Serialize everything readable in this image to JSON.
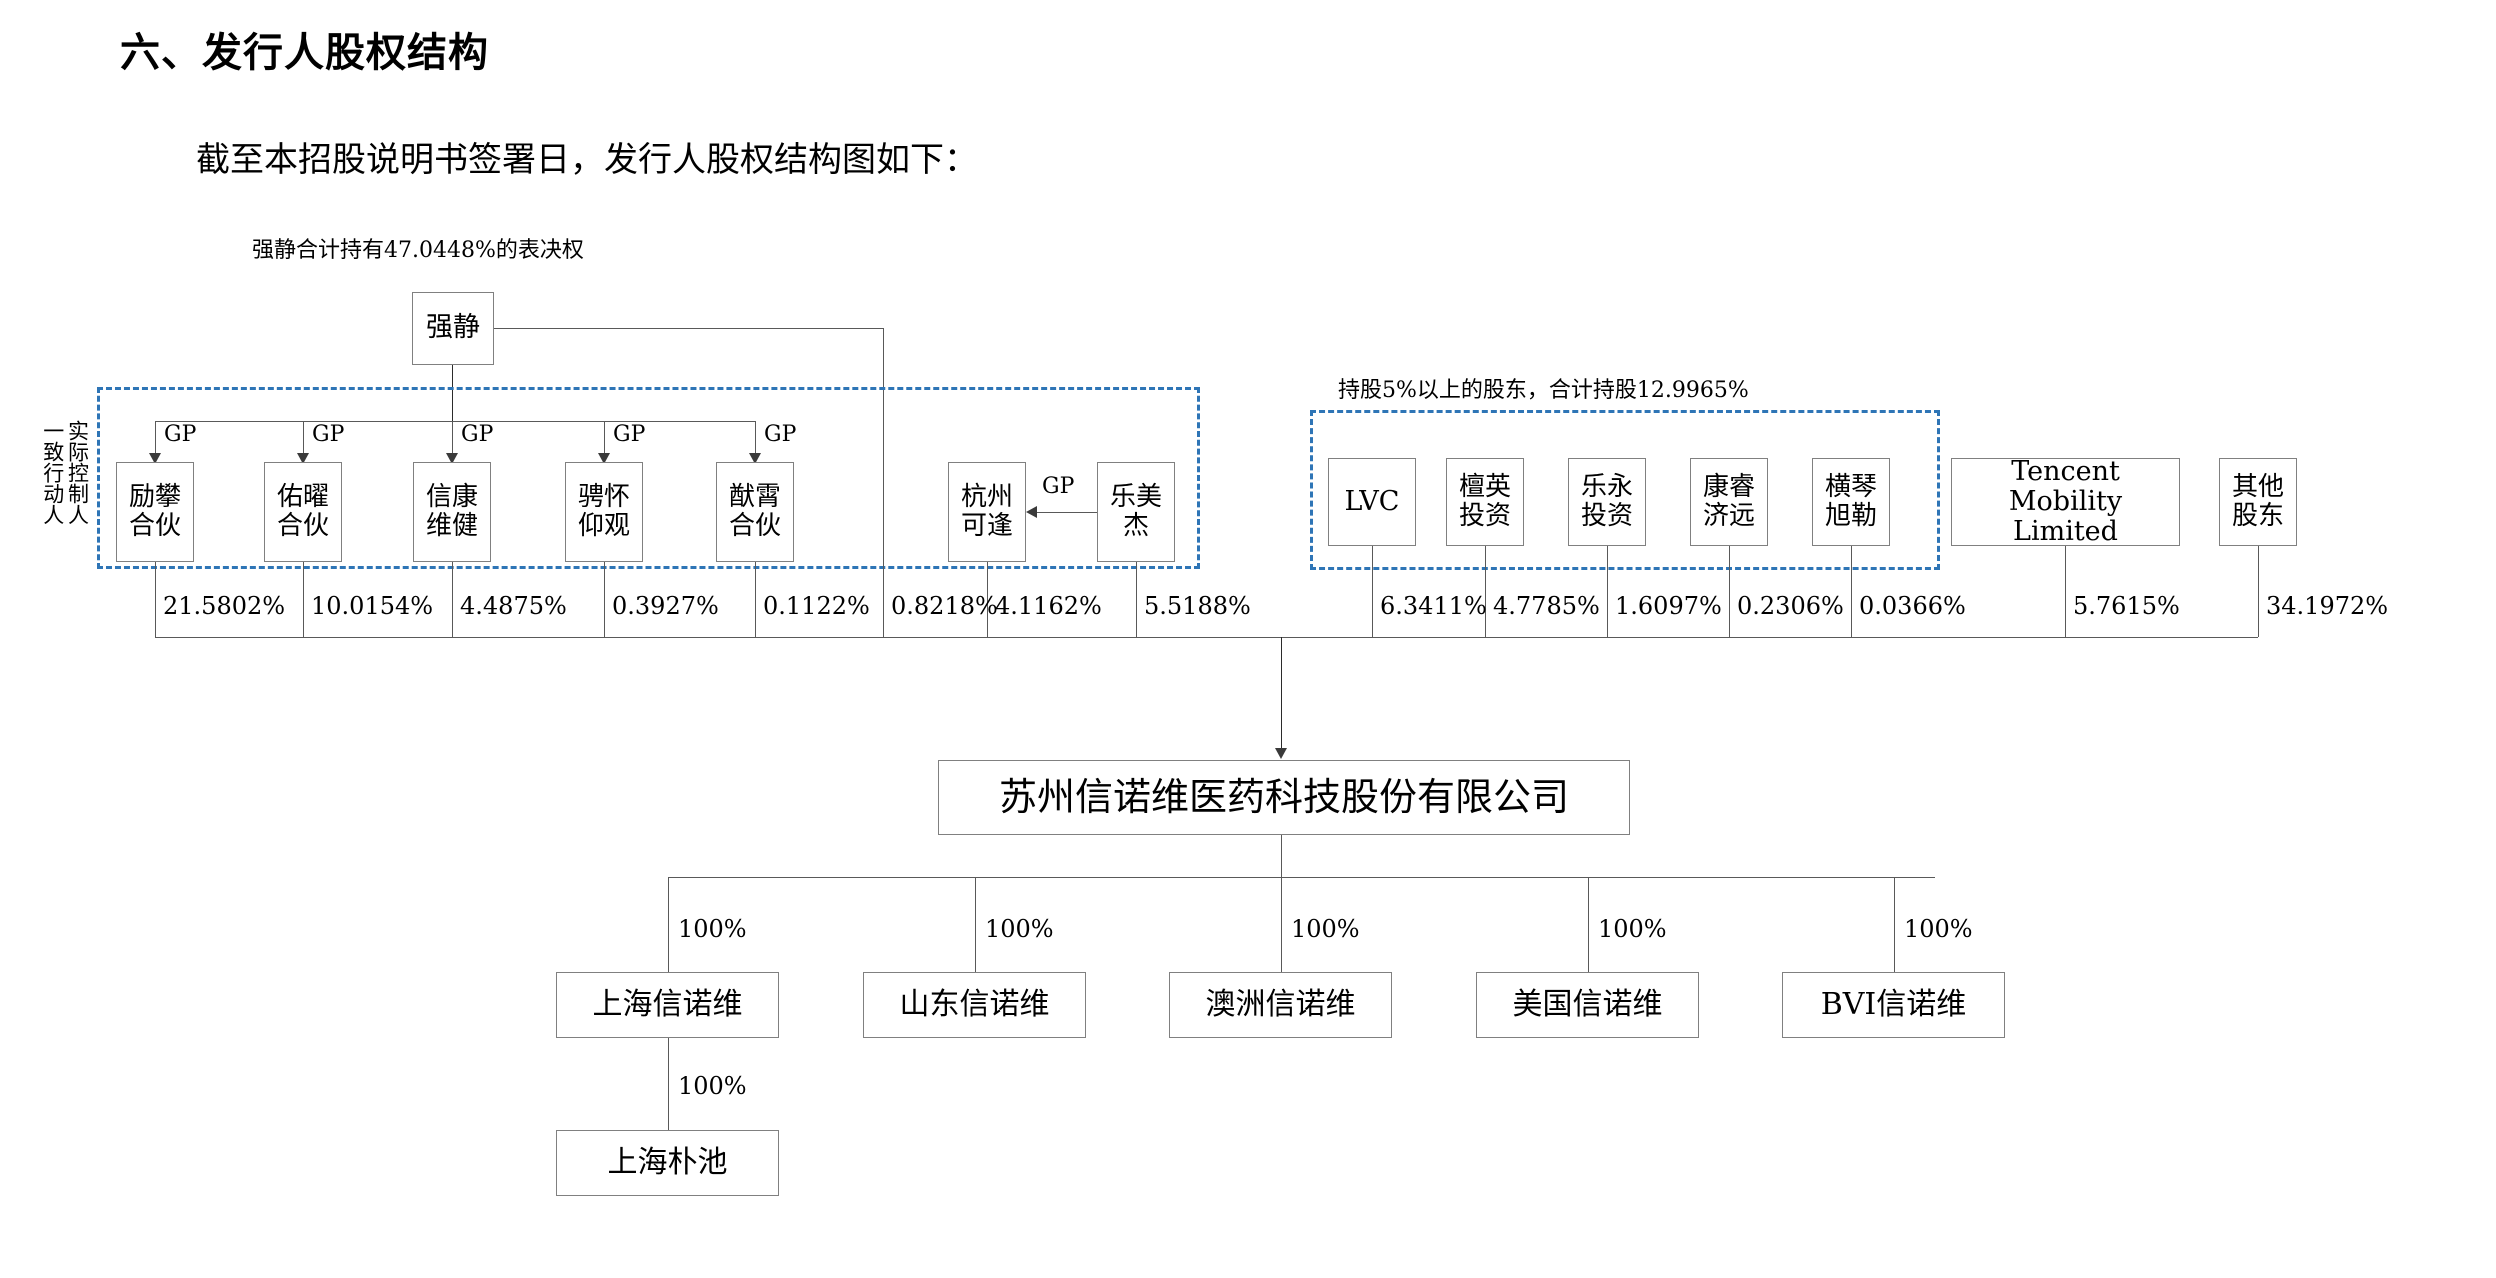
{
  "page": {
    "title": "六、发行人股权结构",
    "intro": "截至本招股说明书签署日，发行人股权结构图如下："
  },
  "annotations": {
    "voting_note": "强静合计持有47.0448%的表决权",
    "five_pct_note": "持股5%以上的股东，合计持股12.9965%",
    "control_label_col1": "实际控制人",
    "control_label_col2": "一致行动人",
    "gp_label": "GP"
  },
  "colors": {
    "dashed_group": "#2e75b6",
    "box_border": "#808080",
    "connector": "#595959"
  },
  "controller": {
    "name": "强静"
  },
  "issuer": {
    "name": "苏州信诺维医药科技股份有限公司"
  },
  "shareholders": [
    {
      "id": "lipan",
      "name": "励攀\n合伙",
      "lines": [
        "励攀",
        "合伙"
      ],
      "pct": "21.5802%",
      "gp": true
    },
    {
      "id": "youyao",
      "name": "佑曜\n合伙",
      "lines": [
        "佑曜",
        "合伙"
      ],
      "pct": "10.0154%",
      "gp": true
    },
    {
      "id": "xinkang",
      "name": "信康\n维健",
      "lines": [
        "信康",
        "维健"
      ],
      "pct": "4.4875%",
      "gp": true
    },
    {
      "id": "pinhuai",
      "name": "骋怀\n仰观",
      "lines": [
        "骋怀",
        "仰观"
      ],
      "pct": "0.3927%",
      "gp": true
    },
    {
      "id": "xianxiao",
      "name": "猷霄\n合伙",
      "lines": [
        "猷霄",
        "合伙"
      ],
      "pct": "0.1122%",
      "gp": true
    },
    {
      "id": "qiangjing_direct",
      "name": "强静",
      "lines": [],
      "pct": "0.8218%",
      "gp": false
    },
    {
      "id": "hangzhou",
      "name": "杭州\n可逢",
      "lines": [
        "杭州",
        "可逢"
      ],
      "pct": "4.1162%",
      "gp": false
    },
    {
      "id": "lemeijie",
      "name": "乐美\n杰",
      "lines": [
        "乐美",
        "杰"
      ],
      "pct": "5.5188%",
      "gp": false
    },
    {
      "id": "lvc",
      "name": "LVC",
      "lines": [
        "LVC"
      ],
      "pct": "6.3411%",
      "gp": false
    },
    {
      "id": "tanying",
      "name": "檀英\n投资",
      "lines": [
        "檀英",
        "投资"
      ],
      "pct": "4.7785%",
      "gp": false
    },
    {
      "id": "leyong",
      "name": "乐永\n投资",
      "lines": [
        "乐永",
        "投资"
      ],
      "pct": "1.6097%",
      "gp": false
    },
    {
      "id": "kangrui",
      "name": "康睿\n济远",
      "lines": [
        "康睿",
        "济远"
      ],
      "pct": "0.2306%",
      "gp": false
    },
    {
      "id": "hengqin",
      "name": "横琴\n旭勒",
      "lines": [
        "横琴",
        "旭勒"
      ],
      "pct": "0.0366%",
      "gp": false
    },
    {
      "id": "tencent",
      "name": "Tencent Mobility Limited",
      "lines": [
        "Tencent Mobility",
        "Limited"
      ],
      "pct": "5.7615%",
      "gp": false
    },
    {
      "id": "others",
      "name": "其他\n股东",
      "lines": [
        "其他",
        "股东"
      ],
      "pct": "34.1972%",
      "gp": false
    }
  ],
  "subsidiaries": [
    {
      "id": "shanghai",
      "name": "上海信诺维",
      "pct": "100%"
    },
    {
      "id": "shandong",
      "name": "山东信诺维",
      "pct": "100%"
    },
    {
      "id": "aozhou",
      "name": "澳洲信诺维",
      "pct": "100%"
    },
    {
      "id": "meiguo",
      "name": "美国信诺维",
      "pct": "100%"
    },
    {
      "id": "bvi",
      "name": "BVI信诺维",
      "pct": "100%"
    }
  ],
  "sub_subsidiary": {
    "id": "puchi",
    "name": "上海朴池",
    "pct": "100%",
    "parent": "上海信诺维"
  }
}
